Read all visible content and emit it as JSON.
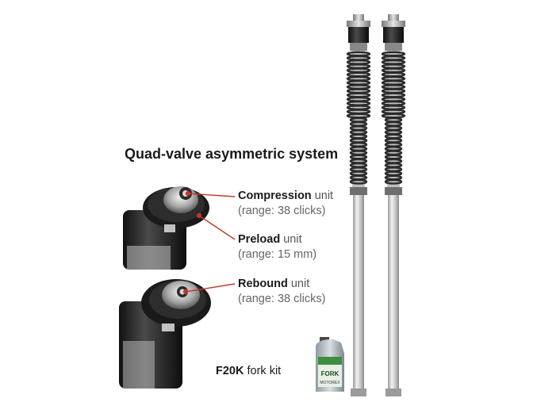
{
  "title": "Quad-valve asymmetric system",
  "adjusters": [
    {
      "name": "Compression",
      "unit": "unit",
      "range": "(range: 38 clicks)"
    },
    {
      "name": "Preload",
      "unit": "unit",
      "range": "(range: 15 mm)"
    },
    {
      "name": "Rebound",
      "unit": "unit",
      "range": "(range: 38 clicks)"
    }
  ],
  "caption": {
    "model": "F20K",
    "text": "fork kit"
  },
  "oil_bottle": {
    "label": "FORK",
    "brand": "MOTOREX"
  },
  "colors": {
    "leader_line": "#c0392b",
    "spring": "#2b2b2b",
    "tube": "#c8c8c8"
  }
}
